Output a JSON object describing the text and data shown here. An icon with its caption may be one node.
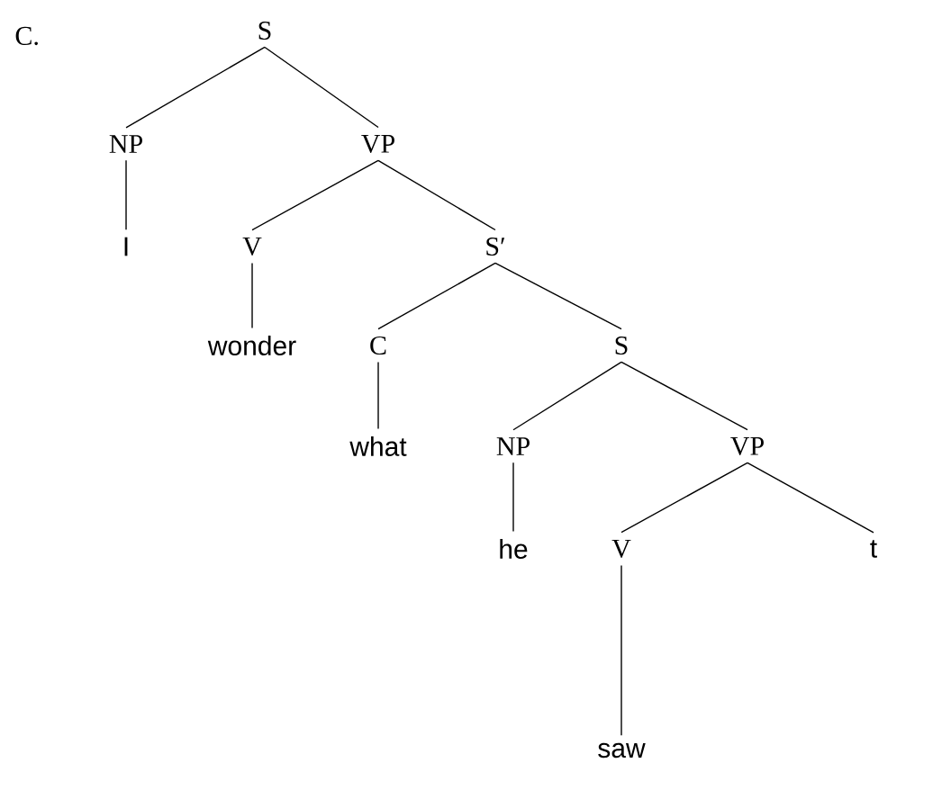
{
  "diagram": {
    "nodes": [
      {
        "text": [
          "S"
        ]
      },
      {
        "text": [
          "NP"
        ]
      },
      {
        "text": [
          "VP"
        ]
      },
      {
        "text": [
          "I"
        ]
      },
      {
        "text": [
          "V"
        ]
      },
      {
        "text": [
          "S′"
        ]
      },
      {
        "text": [
          "wonder"
        ]
      },
      {
        "text": [
          "C"
        ]
      },
      {
        "text": [
          "S"
        ]
      },
      {
        "text": [
          "what"
        ]
      },
      {
        "text": [
          "NP"
        ]
      },
      {
        "text": [
          "VP"
        ]
      },
      {
        "text": [
          "he"
        ]
      },
      {
        "text": [
          "V"
        ]
      },
      {
        "text": [
          "t"
        ]
      },
      {
        "text": [
          "saw"
        ]
      }
    ],
    "edges": [
      {
        "from": 0,
        "to": 1,
        "arrow": "none"
      },
      {
        "from": 0,
        "to": 2,
        "arrow": "none"
      },
      {
        "from": 1,
        "to": 3,
        "arrow": "none"
      },
      {
        "from": 2,
        "to": 4,
        "arrow": "none"
      },
      {
        "from": 2,
        "to": 5,
        "arrow": "none"
      },
      {
        "from": 4,
        "to": 6,
        "arrow": "none"
      },
      {
        "from": 5,
        "to": 7,
        "arrow": "none"
      },
      {
        "from": 5,
        "to": 8,
        "arrow": "none"
      },
      {
        "from": 7,
        "to": 9,
        "arrow": "none"
      },
      {
        "from": 8,
        "to": 10,
        "arrow": "none"
      },
      {
        "from": 8,
        "to": 11,
        "arrow": "none"
      },
      {
        "from": 10,
        "to": 12,
        "arrow": "none"
      },
      {
        "from": 11,
        "to": 13,
        "arrow": "none"
      },
      {
        "from": 11,
        "to": 14,
        "arrow": "none"
      },
      {
        "from": 13,
        "to": 15,
        "arrow": "none"
      }
    ],
    "labels": [
      "C."
    ]
  }
}
